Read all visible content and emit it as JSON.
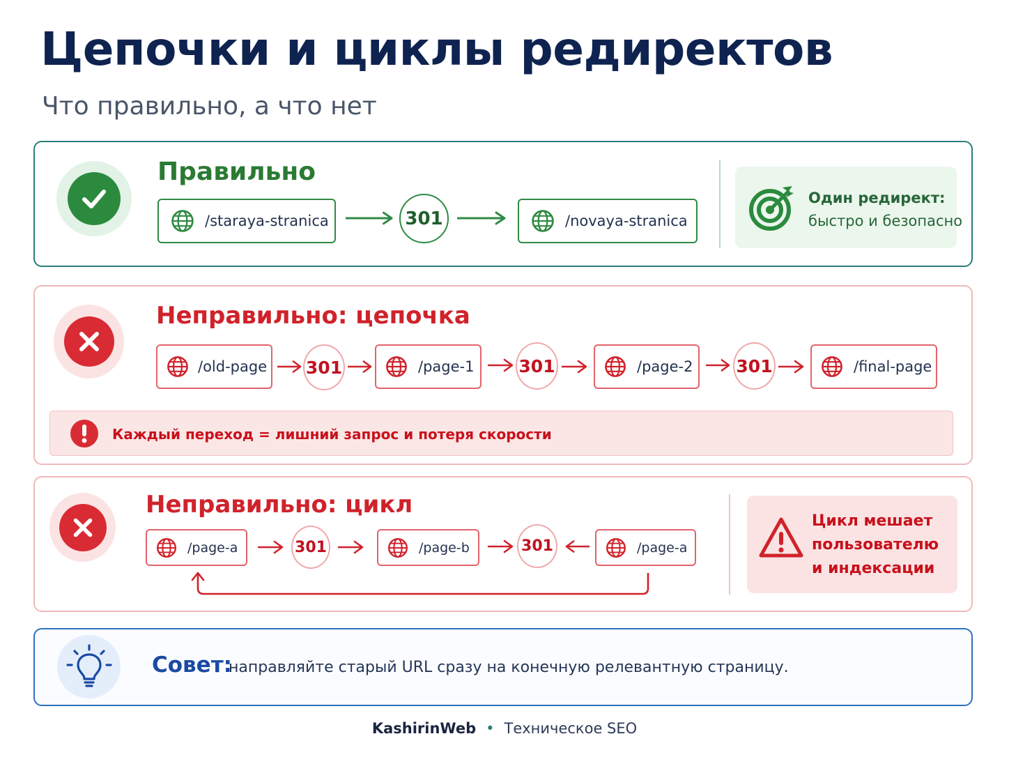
{
  "title": "Цепочки и циклы редиректов",
  "subtitle": "Что правильно, а что нет",
  "correct": {
    "heading": "Правильно",
    "from_url": "/staraya-stranica",
    "code": "301",
    "to_url": "/novaya-stranica",
    "note_title": "Один редирект:",
    "note_text": "быстро и безопасно",
    "accent_color": "#2b8a3e"
  },
  "chain": {
    "heading": "Неправильно: цепочка",
    "steps": [
      {
        "url": "/old-page"
      },
      {
        "code": "301"
      },
      {
        "url": "/page-1"
      },
      {
        "code": "301"
      },
      {
        "url": "/page-2"
      },
      {
        "code": "301"
      },
      {
        "url": "/final-page"
      }
    ],
    "warning": "Каждый переход = лишний запрос и потеря скорости",
    "accent_color": "#d92b34"
  },
  "loop": {
    "heading": "Неправильно: цикл",
    "url_a": "/page-a",
    "code_1": "301",
    "url_b": "/page-b",
    "code_2": "301",
    "url_c": "/page-a",
    "note": "Цикл мешает пользователю и индексации"
  },
  "tip": {
    "label": "Совет:",
    "text": "направляйте старый URL сразу на конечную релевантную страницу."
  },
  "footer": {
    "brand": "KashirinWeb",
    "separator": "•",
    "section": "Техническое SEO"
  },
  "icons": {
    "correct_status": "check-icon",
    "wrong_status": "x-icon",
    "url": "globe-icon",
    "goal": "target-icon",
    "alert": "exclamation-icon",
    "warning": "warning-triangle-icon",
    "tip": "lightbulb-icon"
  }
}
